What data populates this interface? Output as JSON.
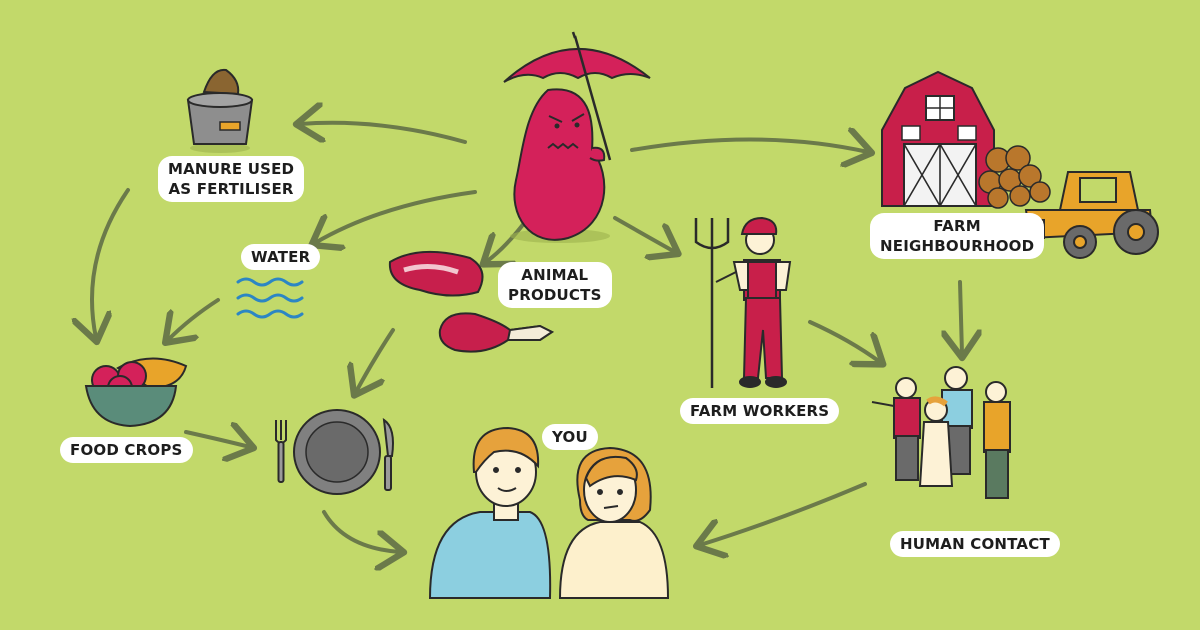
{
  "labels": {
    "manure": "MANURE USED\nAS FERTILISER",
    "water": "WATER",
    "animal_products": "ANIMAL\nPRODUCTS",
    "food_crops": "FOOD CROPS",
    "farm_neighbourhood": "FARM\nNEIGHBOURHOOD",
    "farm_workers": "FARM WORKERS",
    "human_contact": "HUMAN CONTACT",
    "you": "YOU"
  },
  "colors": {
    "background": "#c2d96a",
    "bacterium": "#d4215a",
    "arrow": "#6b7a4a",
    "barn": "#c81f4a",
    "tractor": "#e8a42a",
    "shirt_blue": "#8ccfe0",
    "hair_orange": "#e6a23c"
  },
  "icons": [
    "bacterium-icon",
    "umbrella-icon",
    "manure-bucket-icon",
    "water-waves-icon",
    "steak-icon",
    "drumstick-icon",
    "fruit-bowl-icon",
    "plate-icon",
    "fork-icon",
    "knife-icon",
    "barn-icon",
    "hay-bales-icon",
    "tractor-icon",
    "farmer-icon",
    "pitchfork-icon",
    "crowd-icon",
    "people-icon"
  ]
}
